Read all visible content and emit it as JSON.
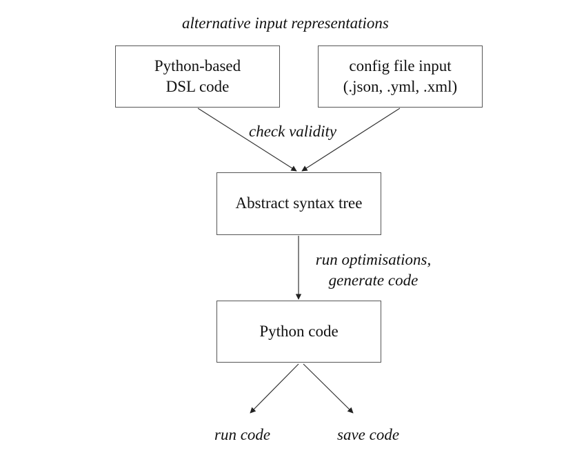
{
  "heading": "alternative input representations",
  "boxes": {
    "dsl": {
      "line1": "Python-based",
      "line2": "DSL code"
    },
    "config": {
      "line1": "config file input",
      "line2": "(.json, .yml, .xml)"
    },
    "ast": {
      "label": "Abstract syntax tree"
    },
    "python": {
      "label": "Python code"
    }
  },
  "edges": {
    "validity": "check validity",
    "optimise_line1": "run optimisations,",
    "optimise_line2": "generate code"
  },
  "outputs": {
    "run": "run code",
    "save": "save code"
  },
  "colors": {
    "stroke": "#555555",
    "text": "#111111"
  }
}
